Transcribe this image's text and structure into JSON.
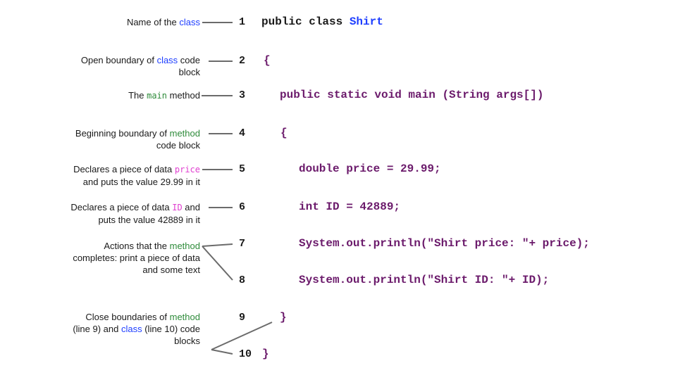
{
  "annotations": {
    "a1": {
      "pre": "Name of the ",
      "hl": "class",
      "post": ""
    },
    "a2": {
      "pre": "Open boundary of ",
      "hl": "class",
      "post": " code",
      "line2": "block"
    },
    "a3": {
      "pre": "The ",
      "hl": "main",
      "post": " method"
    },
    "a4": {
      "pre": "Beginning boundary of ",
      "hl": "method",
      "line2": "code block"
    },
    "a5": {
      "pre": "Declares a piece of data ",
      "hl": "price",
      "line2": "and puts the value 29.99 in it"
    },
    "a6": {
      "pre": "Declares a piece of data ",
      "hl": "ID",
      "post": " and",
      "line2": "puts the value 42889 in it"
    },
    "a7": {
      "pre": "Actions that the ",
      "hl": "method",
      "line2": "completes: print a piece of data",
      "line3": "and some text"
    },
    "a9": {
      "line1": "Close boundaries of ",
      "hl1": "method",
      "line2a": "(line 9) and ",
      "hl2": "class",
      "line2b": " (line 10) code",
      "line3": "blocks"
    }
  },
  "line_numbers": [
    "1",
    "2",
    "3",
    "4",
    "5",
    "6",
    "7",
    "8",
    "9",
    "10"
  ],
  "code": {
    "l1_kw": "public class ",
    "l1_cls": "Shirt",
    "l2": "{",
    "l3": "public static void main (String args[])",
    "l4": "{",
    "l5": "double price = 29.99;",
    "l6": "int ID = 42889;",
    "l7": "System.out.println(\"Shirt price: \"+ price);",
    "l8": "System.out.println(\"Shirt ID: \"+ ID);",
    "l9": "}",
    "l10": "}"
  }
}
